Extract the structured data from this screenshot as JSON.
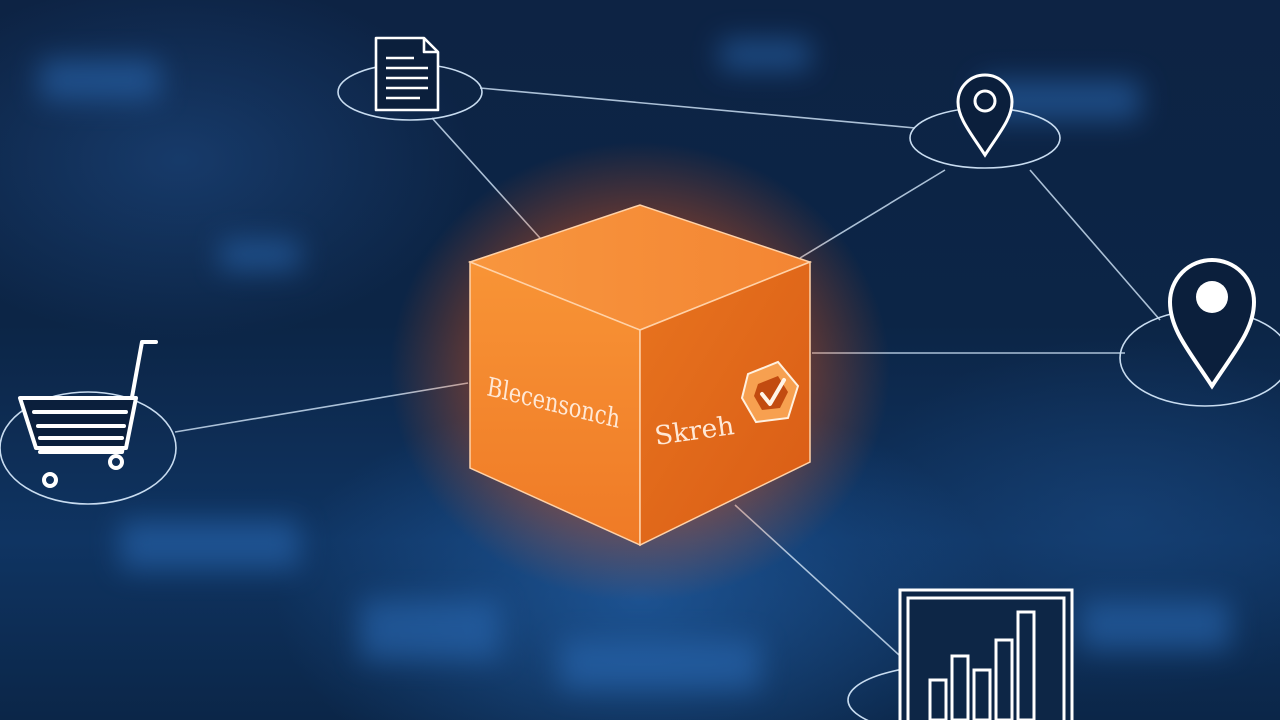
{
  "scene": {
    "description_role": "blockchain network illustration",
    "cube": {
      "front_text": "Blecensonch",
      "side_text": "Skreh",
      "color": "#f07a2a"
    },
    "nodes": [
      {
        "name": "document-node",
        "icon": "document-icon"
      },
      {
        "name": "location-node-small",
        "icon": "map-pin-icon"
      },
      {
        "name": "location-node-large",
        "icon": "map-pin-icon"
      },
      {
        "name": "cart-node",
        "icon": "shopping-cart-icon"
      },
      {
        "name": "chart-node",
        "icon": "bar-chart-icon"
      }
    ],
    "colors": {
      "background": "#0c2546",
      "line": "#c8dcf0",
      "cube_front": "#f58a2e",
      "cube_side": "#e0661c",
      "cube_top": "#f79a48",
      "glow": "#ff6a1a"
    }
  }
}
